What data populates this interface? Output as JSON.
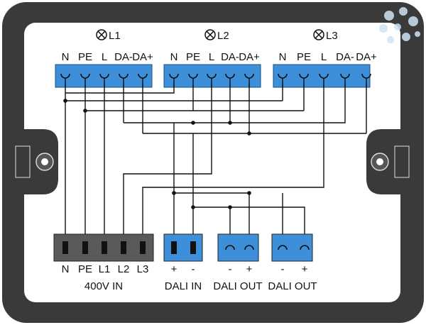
{
  "colors": {
    "housing": "#3a3a3a",
    "terminal_blue": "#3c8fd8",
    "terminal_gray": "#5a5a5a",
    "watermark": "#cfe3f4"
  },
  "icons": {
    "lamp": "lamp-crossed-circle-icon",
    "mount": "mounting-ear-icon",
    "watermark": "brand-watermark-icon"
  },
  "outputs": [
    {
      "lamp_label": "L1",
      "pins": [
        "N",
        "PE",
        "L",
        "DA-",
        "DA+"
      ]
    },
    {
      "lamp_label": "L2",
      "pins": [
        "N",
        "PE",
        "L",
        "DA-",
        "DA+"
      ]
    },
    {
      "lamp_label": "L3",
      "pins": [
        "N",
        "PE",
        "L",
        "DA-",
        "DA+"
      ]
    }
  ],
  "inputs": {
    "power": {
      "title": "400V IN",
      "pins": [
        "N",
        "PE",
        "L1",
        "L2",
        "L3"
      ]
    },
    "dali_in": {
      "title": "DALI IN",
      "pins": [
        "+",
        "-"
      ]
    },
    "dali_out_1": {
      "title": "DALI OUT",
      "pins": [
        "-",
        "+"
      ]
    },
    "dali_out_2": {
      "title": "DALI OUT",
      "pins": [
        "-",
        "+"
      ]
    }
  }
}
